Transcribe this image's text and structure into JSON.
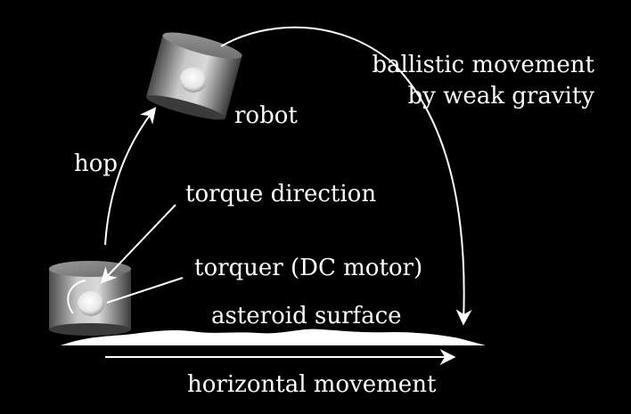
{
  "labels": {
    "ballistic_line1": "ballistic movement",
    "ballistic_line2": "by weak gravity",
    "robot": "robot",
    "hop": "hop",
    "torque_direction": "torque direction",
    "torquer": "torquer (DC motor)",
    "surface": "asteroid surface",
    "horizontal": "horizontal movement"
  },
  "colors": {
    "background": "#000000",
    "foreground": "#ffffff",
    "robot_body_light": "#d8d8d8",
    "robot_body_dark": "#3c3c3c"
  },
  "icons": {
    "robot_on_ground": "cylinder-robot-icon",
    "robot_in_flight": "cylinder-robot-icon"
  }
}
